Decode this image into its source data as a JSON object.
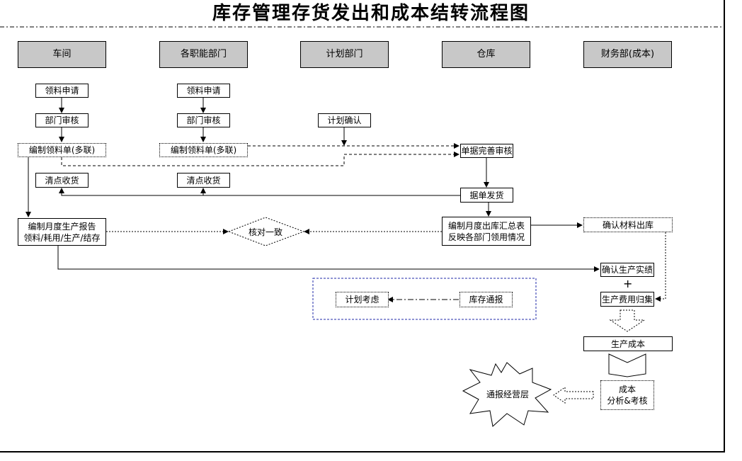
{
  "title": "库存管理存货发出和成本结转流程图",
  "departments": [
    "车间",
    "各职能部门",
    "计划部门",
    "仓库",
    "财务部(成本)"
  ],
  "workshop": {
    "request": "领料申请",
    "review": "部门审核",
    "form": "编制领料单(多联)",
    "receive": "清点收货",
    "report_line1": "编制月度生产报告",
    "report_line2": "领料/耗用/生产/结存"
  },
  "functional": {
    "request": "领料申请",
    "review": "部门审核",
    "form": "编制领料单(多联)",
    "receive": "清点收货"
  },
  "planning": {
    "confirm": "计划确认"
  },
  "warehouse": {
    "doc_review": "单据完善审核",
    "dispatch": "据单发货",
    "summary_line1": "编制月度出库汇总表",
    "summary_line2": "反映各部门领用情况",
    "reconcile": "核对一致",
    "stock_report": "库存通报",
    "plan_consider": "计划考虑"
  },
  "finance": {
    "confirm_material": "确认材料出库",
    "confirm_production": "确认生产实绩",
    "plus": "+",
    "expense": "生产费用归集",
    "cost": "生产成本",
    "analysis_line1": "成本",
    "analysis_line2": "分析&考核",
    "notify": "通报经营层"
  }
}
